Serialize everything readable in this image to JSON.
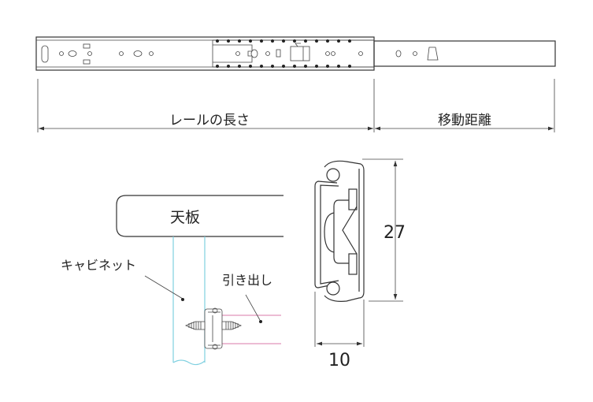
{
  "rail_dimensions": {
    "rail_length_label": "レールの長さ",
    "travel_distance_label": "移動距離"
  },
  "installation": {
    "tabletop_label": "天板",
    "cabinet_label": "キャビネット",
    "drawer_label": "引き出し"
  },
  "cross_section": {
    "height_value": "27",
    "width_value": "10"
  },
  "colors": {
    "cabinet_line": "#7fd0e0",
    "drawer_line": "#d87aa8",
    "stroke": "#333333"
  }
}
